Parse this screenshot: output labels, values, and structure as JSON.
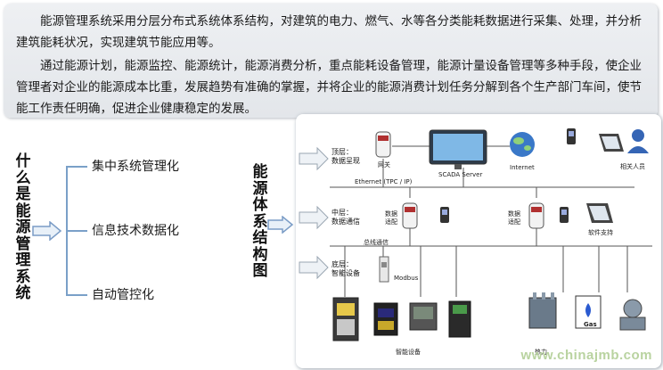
{
  "intro": {
    "paragraph1": "能源管理系统采用分层分布式系统体系结构，对建筑的电力、燃气、水等各分类能耗数据进行采集、处理，并分析建筑能耗状况，实现建筑节能应用等。",
    "paragraph2": "通过能源计划，能源监控、能源统计，能源消费分析，重点能耗设备管理，能源计量设备管理等多种手段，使企业管理者对企业的能源成本比重，发展趋势有准确的掌握，并将企业的能源消费计划任务分解到各个生产部门车间，使节能工作责任明确，促进企业健康稳定的发展。"
  },
  "left_section": {
    "title": "什么是能源管理系统",
    "items": [
      "集中系统管理化",
      "信息技术数据化",
      "自动管控化"
    ]
  },
  "diagram": {
    "title": "能源体系结构图",
    "levels": [
      {
        "name": "顶层：",
        "desc": "数据呈现"
      },
      {
        "name": "中层：",
        "desc": "数据通信"
      },
      {
        "name": "底层：",
        "desc": "智能设备"
      }
    ],
    "labels": {
      "gateway": "网关",
      "scada": "SCADA  Server",
      "internet": "Internet",
      "people": "相关人员",
      "ethernet": "Ethernet (TPC / IP)",
      "data_adapter_left": "数据\n适配",
      "data_adapter_right": "数据\n适配",
      "software": "软件支持",
      "bus": "总线通信",
      "modbus": "Modbus",
      "smart_devices": "智能设备",
      "gas": "Gas",
      "bottom_right": "热力"
    },
    "watermark": "www.chinajmb.com"
  },
  "colors": {
    "arrow_fill": "#e8f0f8",
    "arrow_stroke": "#7a9cc6",
    "bracket": "#7aa0c8",
    "firewall": "#b03030"
  }
}
